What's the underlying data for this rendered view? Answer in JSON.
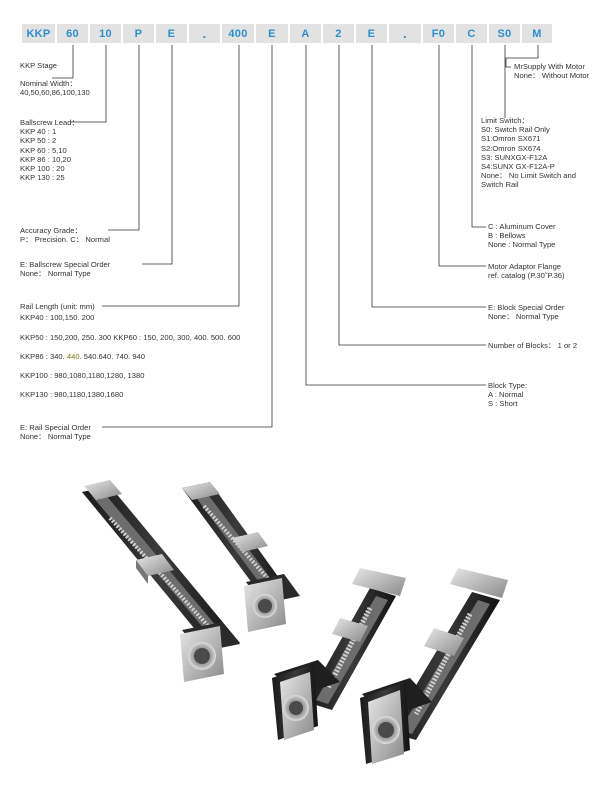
{
  "code_segments": [
    "KKP",
    "60",
    "10",
    "P",
    "E",
    ".",
    "400",
    "E",
    "A",
    "2",
    "E",
    ".",
    "F0",
    "C",
    "S0",
    "M"
  ],
  "left": {
    "stage": "KKP Stage",
    "nominal_width": [
      "Nominal Width：",
      "40,50,60,86,100,130"
    ],
    "ballscrew_lead": [
      "Ballscrew Lead：",
      "KKP 40 : 1",
      "KKP 50 : 2",
      "KKP 60 : 5,10",
      "KKP 86 : 10,20",
      "KKP 100 : 20",
      "KKP 130 : 25"
    ],
    "accuracy": [
      "Accuracy Grade：",
      "P： Precision. C： Normal"
    ],
    "ballscrew_special": [
      "E: Ballscrew Special Order",
      "None：  Normal Type"
    ],
    "rail_length": {
      "title": "Rail Length (unit: mm)",
      "kkp40": "KKP40 : 100,150. 200",
      "kkp50_60": "KKP50 : 150,200, 250. 300 KKP60 : 150, 200, 300, 400. 500. 600",
      "kkp86_pre": "KKP86 : 340. ",
      "kkp86_hl": "440",
      "kkp86_post": ". 540.640. 740. 940",
      "kkp100": "KKP100 : 980,1080,1180,1280, 1380",
      "kkp130": "KKP130 : 980,1180,1380,1680"
    },
    "rail_special": [
      "E: Rail Special Order",
      "None：  Normal Type"
    ]
  },
  "right": {
    "motor": [
      "MrSupply With Motor",
      "None： Without Motor"
    ],
    "limit_switch": [
      "Limit Switch：",
      "S0: Switch Rail Only",
      "S1:Omron SX671",
      "S2:Omron SX674",
      "S3: SUNXGX-F12A",
      "S4:SUNX GX-F12A-P",
      "None：  No Limit Switch and",
      "Switch Rail"
    ],
    "cover": [
      "C : Aluminum Cover",
      "B : Bellows",
      "None : Normal Type"
    ],
    "flange": [
      "Motor Adaptor Flange",
      "ref. catalog (P.30˜P.36)"
    ],
    "block_special": [
      "E: Block Special Order",
      "None：  Normal Type"
    ],
    "num_blocks": "Number of Blocks：  1 or 2",
    "block_type": [
      "Block Type:",
      "A : Normal",
      "S : Short"
    ]
  },
  "colors": {
    "code_text": "#2d8fce",
    "code_bg": "#e2e2e2",
    "line": "#333333",
    "highlight": "#7a7a16"
  },
  "image": {
    "subject": "four-linear-stage-modules-photo"
  }
}
